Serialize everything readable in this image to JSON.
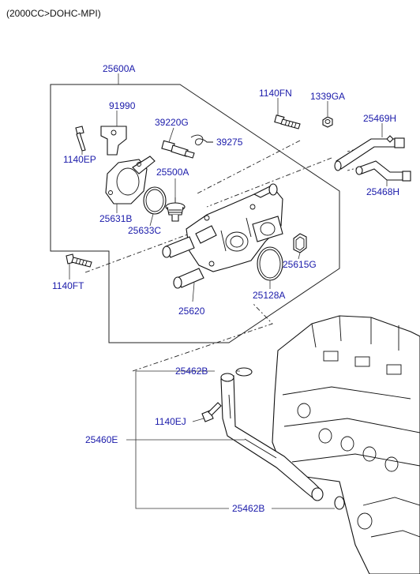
{
  "header": {
    "caption": "(2000CC>DOHC-MPI)"
  },
  "labels": {
    "assembly": "25600A",
    "bolt_fn": "1140FN",
    "nut_ga": "1339GA",
    "bracket": "91990",
    "sensor": "39220G",
    "clip": "39275",
    "bolt_ep": "1140EP",
    "thermostat": "25500A",
    "hose_upper": "25469H",
    "hose_lower": "25468H",
    "cover": "25631B",
    "gasket_c": "25633C",
    "gasket_g": "25615G",
    "bolt_ft": "1140FT",
    "oring": "25128A",
    "housing": "25620",
    "clamp_top": "25462B",
    "bolt_ej": "1140EJ",
    "pipe": "25460E",
    "clamp_bottom": "25462B"
  },
  "colors": {
    "label": "#1a1aaa",
    "line": "#111111"
  }
}
